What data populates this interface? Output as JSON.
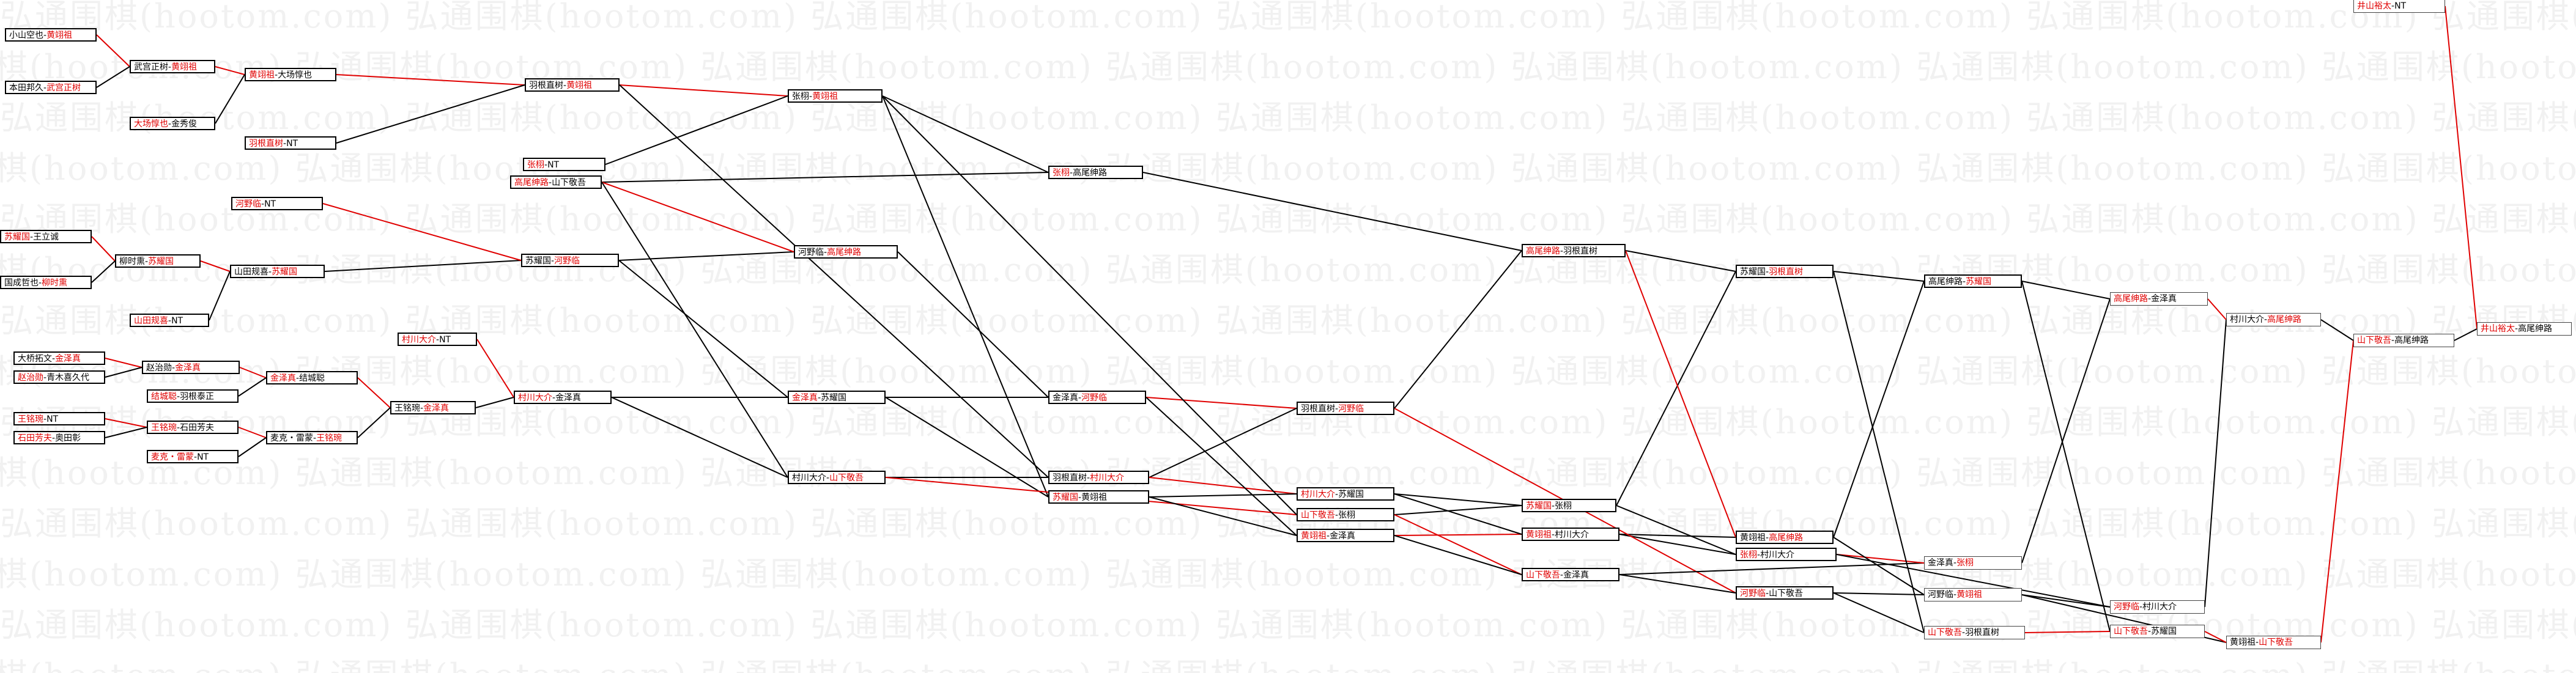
{
  "watermark": "弘通围棋(hootom.com)",
  "colors": {
    "winner_line": "#e00000",
    "loser_line": "#000000",
    "highlight": "#e00000",
    "text": "#000000"
  },
  "games": [
    {
      "id": "g01",
      "p1": "小山空也",
      "p2": "黄翊祖",
      "w": 2
    },
    {
      "id": "g02",
      "p1": "本田邦久",
      "p2": "武宫正树",
      "w": 2
    },
    {
      "id": "g03",
      "p1": "武宫正树",
      "p2": "黄翊祖",
      "w": 2
    },
    {
      "id": "g04",
      "p1": "大场惇也",
      "p2": "金秀俊",
      "w": 1
    },
    {
      "id": "g05",
      "p1": "黄翊祖",
      "p2": "大场惇也",
      "w": 1
    },
    {
      "id": "g06",
      "p1": "羽根直树",
      "p2": "NT",
      "w": 1
    },
    {
      "id": "g07",
      "p1": "羽根直树",
      "p2": "黄翊祖",
      "w": 2
    },
    {
      "id": "g08",
      "p1": "张栩",
      "p2": "NT",
      "w": 1
    },
    {
      "id": "g09",
      "p1": "高尾绅路",
      "p2": "山下敬吾",
      "w": 1
    },
    {
      "id": "g10",
      "p1": "张栩",
      "p2": "黄翊祖",
      "w": 2
    },
    {
      "id": "g11",
      "p1": "苏耀国",
      "p2": "王立诚",
      "w": 1
    },
    {
      "id": "g12",
      "p1": "国成哲也",
      "p2": "柳时熏",
      "w": 2
    },
    {
      "id": "g13",
      "p1": "河野临",
      "p2": "NT",
      "w": 1
    },
    {
      "id": "g14",
      "p1": "柳时熏",
      "p2": "苏耀国",
      "w": 2
    },
    {
      "id": "g15",
      "p1": "山田规喜",
      "p2": "NT",
      "w": 1
    },
    {
      "id": "g16",
      "p1": "山田规喜",
      "p2": "苏耀国",
      "w": 2
    },
    {
      "id": "g17",
      "p1": "苏耀国",
      "p2": "河野临",
      "w": 2
    },
    {
      "id": "g18",
      "p1": "张栩",
      "p2": "高尾绅路",
      "w": 1
    },
    {
      "id": "g19",
      "p1": "河野临",
      "p2": "高尾绅路",
      "w": 2
    },
    {
      "id": "g20",
      "p1": "大桥拓文",
      "p2": "金泽真",
      "w": 2
    },
    {
      "id": "g21",
      "p1": "赵治勋",
      "p2": "青木喜久代",
      "w": 1
    },
    {
      "id": "g22",
      "p1": "赵治勋",
      "p2": "金泽真",
      "w": 2
    },
    {
      "id": "g23",
      "p1": "结城聪",
      "p2": "羽根泰正",
      "w": 1
    },
    {
      "id": "g24",
      "p1": "金泽真",
      "p2": "结城聪",
      "w": 1
    },
    {
      "id": "g25",
      "p1": "王铭琬",
      "p2": "NT",
      "w": 1
    },
    {
      "id": "g26",
      "p1": "石田芳夫",
      "p2": "奥田彰",
      "w": 1
    },
    {
      "id": "g27",
      "p1": "王铭琬",
      "p2": "石田芳夫",
      "w": 1
    },
    {
      "id": "g28",
      "p1": "麦克・雷蒙",
      "p2": "NT",
      "w": 1
    },
    {
      "id": "g29",
      "p1": "麦克・雷蒙",
      "p2": "王铭琬",
      "w": 2
    },
    {
      "id": "g30",
      "p1": "王铭琬",
      "p2": "金泽真",
      "w": 2
    },
    {
      "id": "g31",
      "p1": "村川大介",
      "p2": "NT",
      "w": 1
    },
    {
      "id": "g32",
      "p1": "村川大介",
      "p2": "金泽真",
      "w": 1
    },
    {
      "id": "g33",
      "p1": "金泽真",
      "p2": "苏耀国",
      "w": 1
    },
    {
      "id": "g34",
      "p1": "村川大介",
      "p2": "山下敬吾",
      "w": 2
    },
    {
      "id": "g35",
      "p1": "金泽真",
      "p2": "河野临",
      "w": 2
    },
    {
      "id": "g36",
      "p1": "羽根直树",
      "p2": "村川大介",
      "w": 2
    },
    {
      "id": "g37",
      "p1": "苏耀国",
      "p2": "黄翊祖",
      "w": 1
    },
    {
      "id": "g38",
      "p1": "羽根直树",
      "p2": "河野临",
      "w": 2
    },
    {
      "id": "g39",
      "p1": "村川大介",
      "p2": "苏耀国",
      "w": 1
    },
    {
      "id": "g40",
      "p1": "山下敬吾",
      "p2": "张栩",
      "w": 1
    },
    {
      "id": "g41",
      "p1": "黄翊祖",
      "p2": "金泽真",
      "w": 1
    },
    {
      "id": "g42",
      "p1": "高尾绅路",
      "p2": "羽根直树",
      "w": 1
    },
    {
      "id": "g43",
      "p1": "苏耀国",
      "p2": "张栩",
      "w": 1
    },
    {
      "id": "g44",
      "p1": "黄翊祖",
      "p2": "村川大介",
      "w": 1
    },
    {
      "id": "g45",
      "p1": "山下敬吾",
      "p2": "金泽真",
      "w": 1
    },
    {
      "id": "g46",
      "p1": "苏耀国",
      "p2": "羽根直树",
      "w": 2
    },
    {
      "id": "g47",
      "p1": "黄翊祖",
      "p2": "高尾绅路",
      "w": 2
    },
    {
      "id": "g48",
      "p1": "张栩",
      "p2": "村川大介",
      "w": 1
    },
    {
      "id": "g49",
      "p1": "河野临",
      "p2": "山下敬吾",
      "w": 1
    },
    {
      "id": "g50",
      "p1": "高尾绅路",
      "p2": "苏耀国",
      "w": 2
    },
    {
      "id": "g51",
      "p1": "金泽真",
      "p2": "张栩",
      "w": 2
    },
    {
      "id": "g52",
      "p1": "河野临",
      "p2": "黄翊祖",
      "w": 2
    },
    {
      "id": "g53",
      "p1": "山下敬吾",
      "p2": "羽根直树",
      "w": 1
    },
    {
      "id": "g54",
      "p1": "高尾绅路",
      "p2": "金泽真",
      "w": 1
    },
    {
      "id": "g55",
      "p1": "河野临",
      "p2": "村川大介",
      "w": 1
    },
    {
      "id": "g56",
      "p1": "山下敬吾",
      "p2": "苏耀国",
      "w": 1
    },
    {
      "id": "g57",
      "p1": "村川大介",
      "p2": "高尾绅路",
      "w": 2
    },
    {
      "id": "g58",
      "p1": "黄翊祖",
      "p2": "山下敬吾",
      "w": 2
    },
    {
      "id": "g59",
      "p1": "山下敬吾",
      "p2": "高尾绅路",
      "w": 1
    },
    {
      "id": "g60",
      "p1": "井山裕太",
      "p2": "NT",
      "w": 1
    },
    {
      "id": "g61",
      "p1": "井山裕太",
      "p2": "高尾绅路",
      "w": 1
    }
  ],
  "links": [
    [
      "g01",
      "g03"
    ],
    [
      "g02",
      "g03"
    ],
    [
      "g03",
      "g05"
    ],
    [
      "g04",
      "g05"
    ],
    [
      "g05",
      "g07"
    ],
    [
      "g06",
      "g07"
    ],
    [
      "g07",
      "g10"
    ],
    [
      "g08",
      "g10"
    ],
    [
      "g09",
      "g18"
    ],
    [
      "g10",
      "g18"
    ],
    [
      "g11",
      "g14"
    ],
    [
      "g12",
      "g14"
    ],
    [
      "g14",
      "g16"
    ],
    [
      "g15",
      "g16"
    ],
    [
      "g16",
      "g17"
    ],
    [
      "g13",
      "g17"
    ],
    [
      "g17",
      "g19"
    ],
    [
      "g09",
      "g19"
    ],
    [
      "g20",
      "g22"
    ],
    [
      "g21",
      "g22"
    ],
    [
      "g22",
      "g24"
    ],
    [
      "g23",
      "g24"
    ],
    [
      "g25",
      "g27"
    ],
    [
      "g26",
      "g27"
    ],
    [
      "g27",
      "g29"
    ],
    [
      "g28",
      "g29"
    ],
    [
      "g24",
      "g30"
    ],
    [
      "g29",
      "g30"
    ],
    [
      "g30",
      "g32"
    ],
    [
      "g31",
      "g32"
    ],
    [
      "g32",
      "g33"
    ],
    [
      "g17",
      "g33"
    ],
    [
      "g32",
      "g34"
    ],
    [
      "g09",
      "g34"
    ],
    [
      "g33",
      "g35"
    ],
    [
      "g19",
      "g35"
    ],
    [
      "g34",
      "g36"
    ],
    [
      "g07",
      "g36"
    ],
    [
      "g33",
      "g37"
    ],
    [
      "g10",
      "g37"
    ],
    [
      "g35",
      "g38"
    ],
    [
      "g36",
      "g38"
    ],
    [
      "g36",
      "g39"
    ],
    [
      "g37",
      "g39"
    ],
    [
      "g34",
      "g40"
    ],
    [
      "g10",
      "g40"
    ],
    [
      "g35",
      "g41"
    ],
    [
      "g37",
      "g41"
    ],
    [
      "g18",
      "g42"
    ],
    [
      "g38",
      "g42"
    ],
    [
      "g39",
      "g43"
    ],
    [
      "g40",
      "g43"
    ],
    [
      "g41",
      "g44"
    ],
    [
      "g39",
      "g44"
    ],
    [
      "g40",
      "g45"
    ],
    [
      "g41",
      "g45"
    ],
    [
      "g42",
      "g46"
    ],
    [
      "g43",
      "g46"
    ],
    [
      "g44",
      "g47"
    ],
    [
      "g42",
      "g47"
    ],
    [
      "g43",
      "g48"
    ],
    [
      "g44",
      "g48"
    ],
    [
      "g38",
      "g49"
    ],
    [
      "g45",
      "g49"
    ],
    [
      "g46",
      "g50"
    ],
    [
      "g47",
      "g50"
    ],
    [
      "g45",
      "g51"
    ],
    [
      "g48",
      "g51"
    ],
    [
      "g47",
      "g52"
    ],
    [
      "g49",
      "g52"
    ],
    [
      "g46",
      "g53"
    ],
    [
      "g49",
      "g53"
    ],
    [
      "g50",
      "g54"
    ],
    [
      "g51",
      "g54"
    ],
    [
      "g48",
      "g55"
    ],
    [
      "g52",
      "g55"
    ],
    [
      "g53",
      "g56"
    ],
    [
      "g50",
      "g56"
    ],
    [
      "g54",
      "g57"
    ],
    [
      "g55",
      "g57"
    ],
    [
      "g52",
      "g58"
    ],
    [
      "g56",
      "g58"
    ],
    [
      "g57",
      "g59"
    ],
    [
      "g58",
      "g59"
    ],
    [
      "g59",
      "g61"
    ],
    [
      "g60",
      "g61"
    ]
  ]
}
